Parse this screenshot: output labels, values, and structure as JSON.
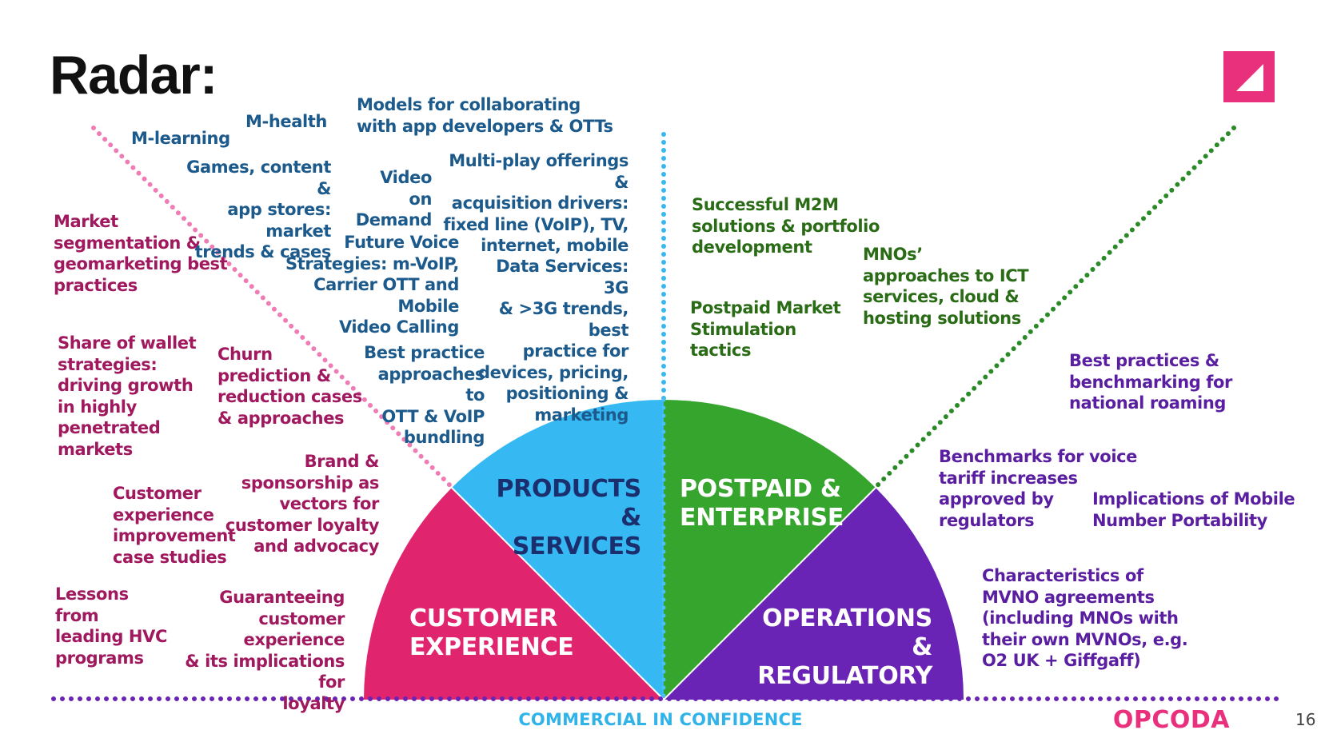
{
  "title": "Radar:",
  "segments": [
    {
      "key": "customer_experience",
      "label": "CUSTOMER\nEXPERIENCE",
      "color": "#e0246e"
    },
    {
      "key": "products_services",
      "label": "PRODUCTS\n& SERVICES",
      "color": "#36b9f3"
    },
    {
      "key": "postpaid_enterprise",
      "label": "POSTPAID &\nENTERPRISE",
      "color": "#36a52e"
    },
    {
      "key": "operations_regulatory",
      "label": "OPERATIONS\n& REGULATORY",
      "color": "#6a24b5"
    }
  ],
  "divider_colors": {
    "left": "#f07cb6",
    "center": "#36b9f3",
    "right": "#2a8a26",
    "baseline": "#6a24b5"
  },
  "customer_experience_items": [
    "Market\nsegmentation &\ngeomarketing best\npractices",
    "Share of wallet\nstrategies:\ndriving growth\nin highly\npenetrated\nmarkets",
    "Churn\nprediction &\nreduction cases\n& approaches",
    "Brand &\nsponsorship as\nvectors for\ncustomer loyalty\nand advocacy",
    "Customer\nexperience\nimprovement\ncase studies",
    "Lessons\nfrom\nleading HVC\nprograms",
    "Guaranteeing\ncustomer experience\n& its implications for\nloyalty"
  ],
  "products_services_items": [
    "M-learning",
    "M-health",
    "Models for collaborating\nwith app developers & OTTs",
    "Games, content &\napp stores: market\ntrends & cases",
    "Video on\nDemand",
    "Multi-play offerings &\nacquisition drivers:\nfixed line (VoIP), TV,\ninternet, mobile",
    "Future Voice\nStrategies: m-VoIP,\nCarrier OTT and Mobile\nVideo Calling",
    "Data Services: 3G\n& >3G trends, best\npractice for\ndevices, pricing,\npositioning &\nmarketing",
    "Best practice\napproaches to\nOTT & VoIP\nbundling"
  ],
  "postpaid_enterprise_items": [
    "Successful M2M\nsolutions & portfolio\ndevelopment",
    "MNOs’\napproaches to ICT\nservices, cloud &\nhosting solutions",
    "Postpaid Market\nStimulation\ntactics"
  ],
  "operations_regulatory_items": [
    "Best practices &\nbenchmarking for\nnational roaming",
    "Benchmarks for voice\ntariff increases\napproved by\nregulators",
    "Implications of Mobile\nNumber Portability",
    "Characteristics of\nMVNO agreements\n(including MNOs with\ntheir own MVNOs, e.g.\nO2 UK + Giffgaff)"
  ],
  "footer": "COMMERCIAL IN CONFIDENCE",
  "logo": "OPCODA",
  "page_number": "16",
  "brand_color": "#e8307d"
}
